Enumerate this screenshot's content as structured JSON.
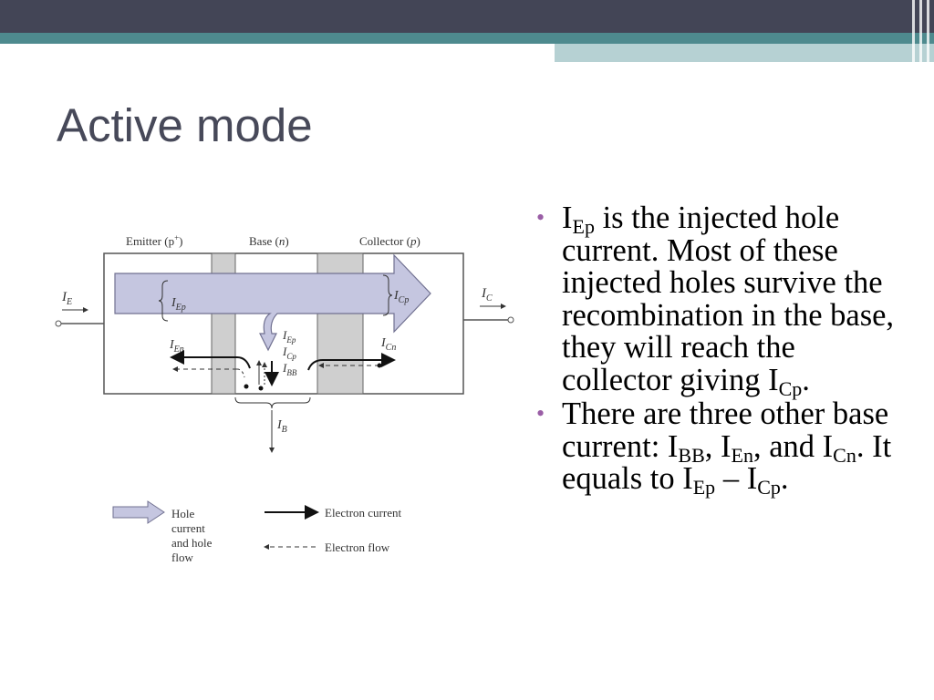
{
  "slide": {
    "title": "Active mode",
    "theme": {
      "dark_band": "#434556",
      "teal_band": "#4e8a8e",
      "light_band": "#b6d1d3",
      "bullet_color": "#9a5ea6",
      "title_color": "#474959"
    }
  },
  "diagram": {
    "region_emitter": "Emitter (p",
    "region_emitter_sup": "+",
    "region_emitter_close": ")",
    "region_base": "Base (",
    "region_base_n": "n",
    "region_base_close": ")",
    "region_collector": "Collector (",
    "region_collector_p": "p",
    "region_collector_close": ")",
    "ie": {
      "main": "I",
      "sub": "E"
    },
    "ic": {
      "main": "I",
      "sub": "C"
    },
    "iep": {
      "main": "I",
      "sub": "Ep"
    },
    "icp": {
      "main": "I",
      "sub": "Cp"
    },
    "ien": {
      "main": "I",
      "sub": "En"
    },
    "icn": {
      "main": "I",
      "sub": "Cn"
    },
    "iep2": {
      "main": "I",
      "sub": "Ep"
    },
    "icp2": {
      "main": "I",
      "sub": "Cp"
    },
    "ibb": {
      "main": "I",
      "sub": "BB"
    },
    "ib": {
      "main": "I",
      "sub": "B"
    },
    "legend": {
      "hole_line1": "Hole",
      "hole_line2": "current",
      "hole_line3": "and hole",
      "hole_line4": "flow",
      "electron_current": "Electron current",
      "electron_flow": "Electron flow"
    },
    "colors": {
      "hole_fill": "#c5c6e0",
      "hole_stroke": "#707090",
      "base_fill": "#cfcfcf"
    }
  },
  "bullets": [
    {
      "i1": "I",
      "s1": "Ep",
      "t1": " is the injected hole current. Most of these injected holes survive the recombination in the base, they will reach the collector giving ",
      "i2": "I",
      "s2": "Cp",
      "t2": "."
    },
    {
      "t1": "There are three other base current: ",
      "i1": "I",
      "s1": "BB",
      "t2": ", ",
      "i2": "I",
      "s2": "En",
      "t3": ", and ",
      "i3": "I",
      "s3": "Cn",
      "t4": ". It equals to ",
      "i4": "I",
      "s4": "Ep",
      "t5": " – ",
      "i5": "I",
      "s5": "Cp",
      "t6": "."
    }
  ]
}
